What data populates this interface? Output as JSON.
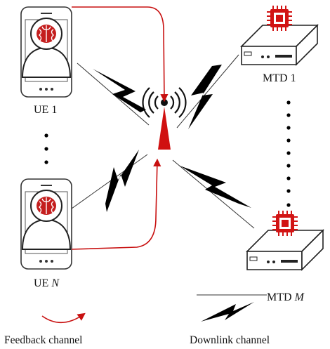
{
  "labels": {
    "ue1": "UE 1",
    "ueN_prefix": "UE ",
    "ueN_var": "N",
    "mtd1": "MTD 1",
    "mtdM_prefix": "MTD ",
    "mtdM_var": "M"
  },
  "legend": {
    "feedback": "Feedback channel",
    "downlink": "Downlink channel"
  },
  "colors": {
    "feedback_arrow": "#c81010",
    "chip": "#d21414",
    "brain": "#c41e1e",
    "tower": "#d01010",
    "bolt": "#000000"
  },
  "icons": [
    "phone-icon",
    "brain-icon",
    "person-icon",
    "base-station-icon",
    "signal-waves-icon",
    "lightning-bolt-icon",
    "router-icon",
    "chip-icon"
  ]
}
